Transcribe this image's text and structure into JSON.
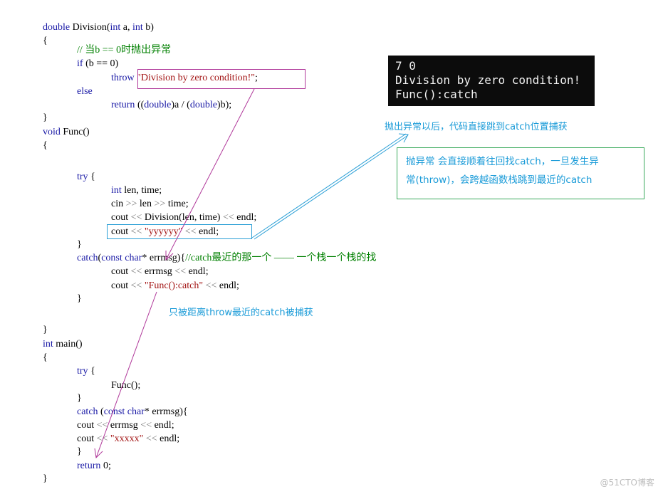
{
  "code": {
    "l1": [
      "double",
      " Division(",
      "int",
      " a, ",
      "int",
      " b)"
    ],
    "l2": "{",
    "l3": "// 当b == 0时抛出异常",
    "l4": [
      "if",
      " (b == 0)"
    ],
    "l5": [
      "throw",
      " ",
      "\"Division by zero condition!\"",
      ";"
    ],
    "l6": "else",
    "l7": [
      "return",
      " ((",
      "double",
      ")a / (",
      "double",
      ")b);"
    ],
    "l8": "}",
    "l9": [
      "void",
      " Func()"
    ],
    "l10": "{",
    "l11": [
      "try",
      " {"
    ],
    "l12": [
      "int",
      " len, time;"
    ],
    "l13": [
      "cin ",
      ">>",
      " len ",
      ">>",
      " time;"
    ],
    "l14": [
      "cout ",
      "<<",
      " Division(len, time) ",
      "<<",
      " endl;"
    ],
    "l15": [
      "cout ",
      "<<",
      " ",
      "\"yyyyyy\"",
      " ",
      "<<",
      " endl;"
    ],
    "l16": "}",
    "l17": [
      "catch",
      "(",
      "const",
      " ",
      "char",
      "* errmsg){",
      "//catch最近的那一个 —— 一个栈一个栈的找"
    ],
    "l18": [
      "cout ",
      "<<",
      " errmsg ",
      "<<",
      " endl;"
    ],
    "l19": [
      "cout ",
      "<<",
      " ",
      "\"Func():catch\"",
      " ",
      "<<",
      " endl;"
    ],
    "l20": "}",
    "l21": "}",
    "l22": [
      "int",
      " main()"
    ],
    "l23": "{",
    "l24": [
      "try",
      " {"
    ],
    "l25": "Func();",
    "l26": "}",
    "l27": [
      "catch",
      " (",
      "const",
      " ",
      "char",
      "* errmsg){"
    ],
    "l28": [
      "cout ",
      "<<",
      " errmsg ",
      "<<",
      " endl;"
    ],
    "l29": [
      "cout ",
      "<<",
      " ",
      "\"xxxxx\"",
      " ",
      "<<",
      " endl;"
    ],
    "l30": "}",
    "l31": [
      "return",
      " 0;"
    ],
    "l32": "}"
  },
  "console": {
    "line1": "7 0",
    "line2": "Division by zero condition!",
    "line3": "Func():catch"
  },
  "annotations": {
    "jump_note": "抛出异常以后，代码直接跳到catch位置捕获",
    "green_box_line1": "抛异常 会直接顺着往回找catch，一旦发生异",
    "green_box_line2": "常(throw)，会跨越函数栈跳到最近的catch",
    "nearest_note": "只被距离throw最近的catch被捕获"
  },
  "watermark": "@51CTO博客",
  "colors": {
    "keyword": "#1a1aa6",
    "string": "#a31515",
    "comment": "#008000",
    "annotation_text": "#1a9bd8",
    "magenta_box": "#b0389a",
    "cyan_box": "#2a9fd6",
    "green_box": "#3aaa5c",
    "console_bg": "#0c0c0c"
  }
}
